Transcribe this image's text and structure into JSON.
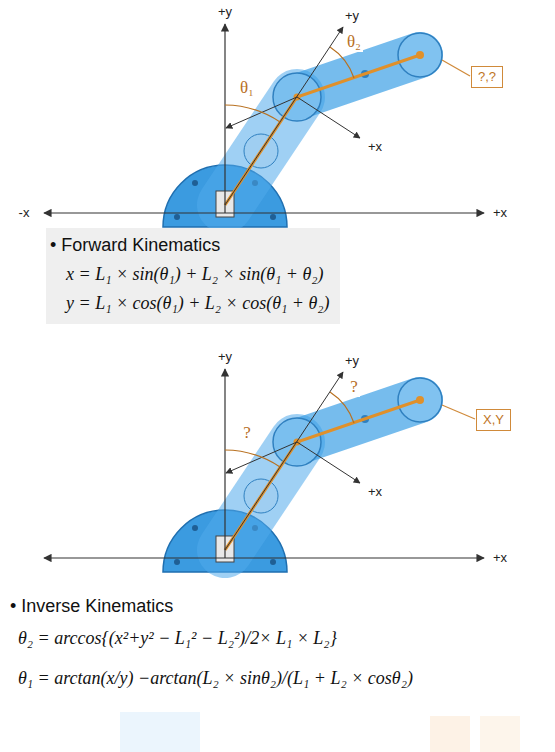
{
  "diagram": {
    "nodes": [
      {
        "text": [
          "?,?"
        ]
      },
      {
        "text": [
          "• Forward Kinematics",
          "x = L₁ × sin(θ₁) + L₂ × sin(θ₁ + θ₂)",
          "y = L₁ × cos(θ₁) + L₂ × cos(θ₁ + θ₂)"
        ]
      },
      {
        "text": [
          "X,Y"
        ]
      }
    ],
    "labels": [
      "+y",
      "+y",
      "θ₂",
      "θ₁",
      "+x",
      "-x",
      "+x",
      "+y",
      "+y",
      "?",
      "?",
      "+x",
      "+x",
      "• Inverse Kinematics",
      "θ₂ = arccos{(x²+y² − L₁² − L₂²)/2× L₁ × L₂}",
      "θ₁ = arctan(x/y) −arctan(L₂ × sinθ₂)/(L₁ + L₂ × cosθ₂)"
    ]
  }
}
